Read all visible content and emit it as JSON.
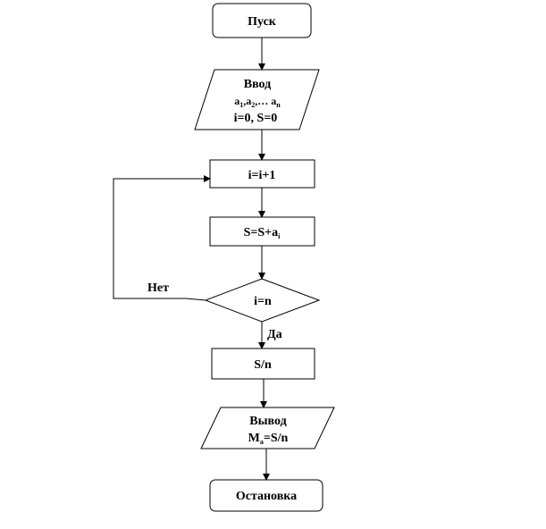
{
  "colors": {
    "stroke": "#000000",
    "fill": "#ffffff",
    "text": "#000000"
  },
  "nodes": {
    "start": {
      "label": "Пуск"
    },
    "input": {
      "title": "Ввод",
      "seq": {
        "a": "a",
        "s1": "1",
        "sep1": ",a",
        "s2": "2",
        "sep2": ",…  a",
        "sn": "n"
      },
      "init": "i=0, S=0"
    },
    "increment": {
      "label": "i=i+1"
    },
    "accumulate": {
      "main": "S=S+a",
      "sub": "i"
    },
    "condition": {
      "label": "i=n"
    },
    "divide": {
      "label": "S/n"
    },
    "output": {
      "title": "Вывод",
      "main": "M",
      "sub": "a",
      "rest": "=S/n"
    },
    "stop": {
      "label": "Остановка"
    }
  },
  "edges": {
    "no_label": "Нет",
    "yes_label": "Да"
  }
}
